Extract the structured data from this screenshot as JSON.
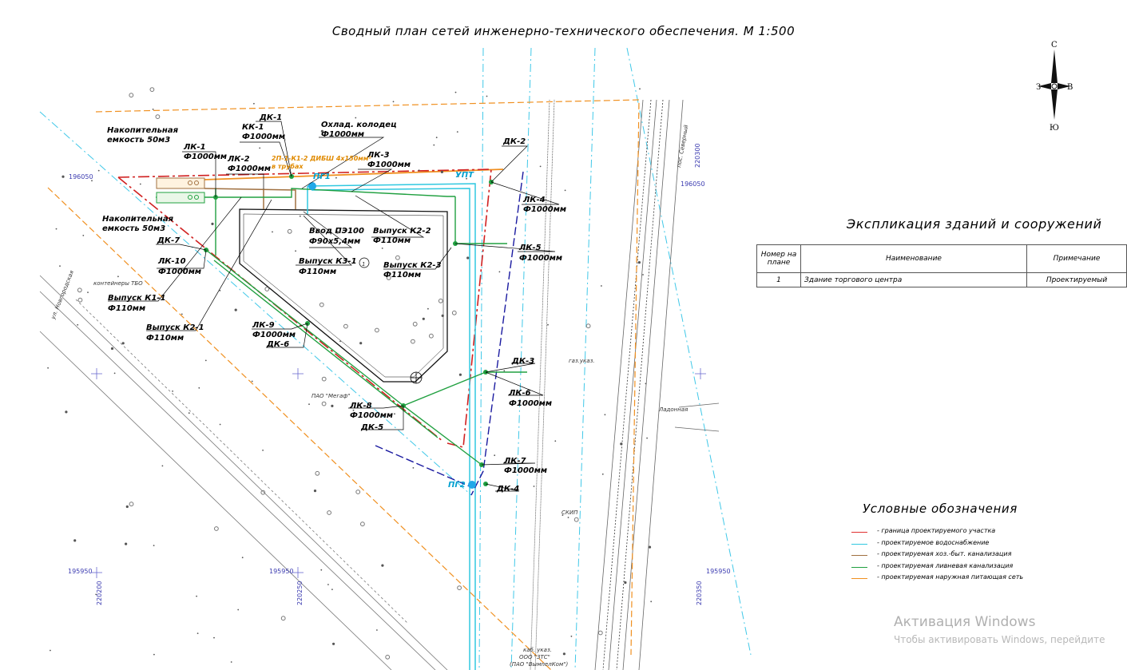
{
  "title": "Сводный план сетей инженерно-технического обеспечения. М 1:500",
  "compass": {
    "n": "С",
    "s": "Ю",
    "w": "З",
    "e": "В"
  },
  "explication": {
    "title": "Экспликация зданий и сооружений",
    "headers": {
      "num": "Номер на плане",
      "name": "Наименование",
      "note": "Примечание"
    },
    "rows": [
      {
        "num": "1",
        "name": "Здание торгового центра",
        "note": "Проектируемый"
      }
    ]
  },
  "legend": {
    "title": "Условные обозначения",
    "items": [
      {
        "color": "#e03030",
        "text": "- граница проектируемого участка"
      },
      {
        "color": "#30c8e0",
        "text": "- проектируемое водоснабжение"
      },
      {
        "color": "#a07040",
        "text": "- проектируемая хоз.-быт. канализация"
      },
      {
        "color": "#20a040",
        "text": "- проектируемая ливневая канализация"
      },
      {
        "color": "#f09020",
        "text": "-  проектируемая наружная питающая сеть"
      }
    ]
  },
  "plan": {
    "labels": {
      "dk1": "ДК-1",
      "kk1": "КК-1",
      "kk1_d": "Ф1000мм",
      "cool": "Охлад. колодец",
      "cool_d": "Ф1000мм",
      "lk2": "ЛК-2",
      "lk2_d": "Ф1000мм",
      "lk1": "ЛК-1",
      "lk1_d": "Ф1000мм",
      "tank1": "Накопительная",
      "tank1b": "емкость 50м3",
      "tank2": "Накопительная",
      "tank2b": "емкость 50м3",
      "lk3": "ЛК-3",
      "lk3_d": "Ф1000мм",
      "dk2": "ДК-2",
      "lk4": "ЛК-4",
      "lk4_d": "Ф1000мм",
      "pg1": "ПГ1",
      "utp": "УПТ",
      "cable": "2П-1-К1-2 ДИБШ 4х150мм²",
      "cable2": "в трубах",
      "vvod": "Ввод ПЭ100",
      "vvod_d": "Ф90х5,4мм",
      "vk22": "Выпуск К2-2",
      "vk22_d": "Ф110мм",
      "vk31": "Выпуск К3-1",
      "vk31_d": "Ф110мм",
      "vk23": "Выпуск К2-3",
      "vk23_d": "Ф110мм",
      "lk5": "ЛК-5",
      "lk5_d": "Ф1000мм",
      "dk7": "ДК-7",
      "lk10": "ЛК-10",
      "lk10_d": "Ф1000мм",
      "tbo": "контейнеры ТБО",
      "vk11": "Выпуск К1-1",
      "vk11_d": "Ф110мм",
      "vk21": "Выпуск К2-1",
      "vk21_d": "Ф110мм",
      "lk9": "ЛК-9",
      "lk9_d": "Ф1000мм",
      "dk6": "ДК-6",
      "dk3": "ДК-3",
      "lk6": "ЛК-6",
      "lk6_d": "Ф1000мм",
      "lk8": "ЛК-8",
      "lk8_d": "Ф1000мм",
      "dk5": "ДК-5",
      "lk7": "ЛК-7",
      "lk7_d": "Ф1000мм",
      "dk4": "ДК-4",
      "pg2": "ПГ2",
      "street": "ул. Новгородская",
      "street2": "пос. Северный",
      "skip": "СКИП",
      "gas": "газ.указ.",
      "kab": "каб. указ.",
      "ooo": "ООО \"ЗТС\"",
      "pao": "(ПАО \"ВымпелКом\")",
      "pao_mega": "ПАО \"Мегаф\"",
      "bldg": "1",
      "sidewalk": "Ладонная"
    },
    "coords": {
      "c196050l": "196050",
      "c196050r": "196050",
      "c195950a": "195950",
      "c195950b": "195950",
      "c195950c": "195950",
      "c220200": "220200",
      "c220250": "220250",
      "c220350": "220350",
      "c220300": "220300"
    }
  },
  "watermark": {
    "title": "Активация Windows",
    "subtitle": "Чтобы активировать Windows, перейдите"
  }
}
